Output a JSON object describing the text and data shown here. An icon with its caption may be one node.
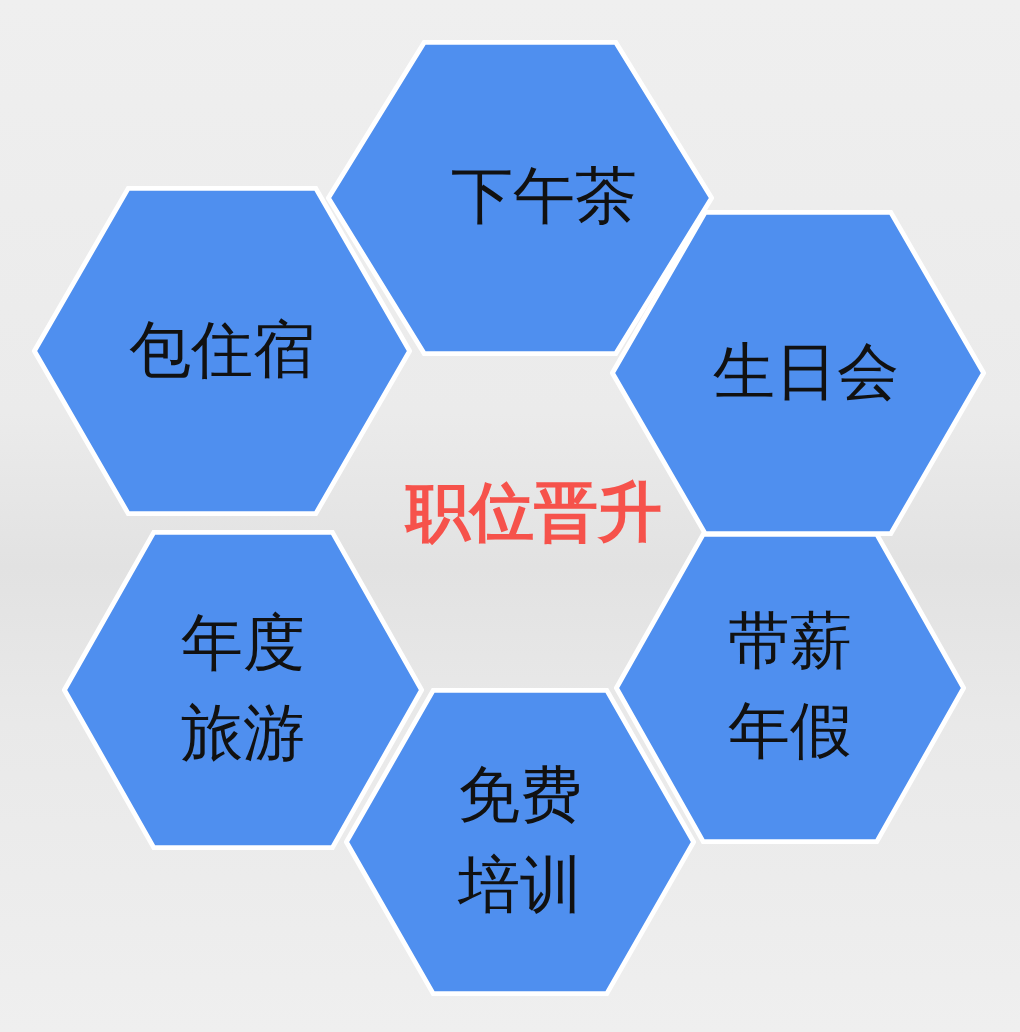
{
  "diagram": {
    "nodes": [
      {
        "text": [
          "下午茶"
        ]
      },
      {
        "text": [
          "包住宿"
        ]
      },
      {
        "text": [
          "生日会"
        ]
      },
      {
        "text": [
          "年度旅游"
        ]
      },
      {
        "text": [
          "带薪年假"
        ]
      },
      {
        "text": [
          "免费培训"
        ]
      }
    ],
    "labels": [
      "职位晋升"
    ]
  }
}
